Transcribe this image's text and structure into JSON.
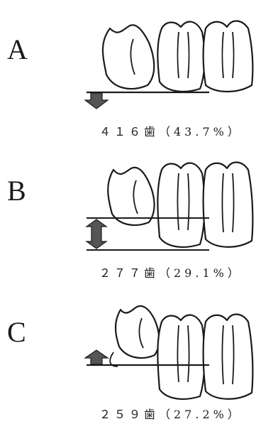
{
  "panels": [
    {
      "letter": "A",
      "caption": "４１６歯（43.7%）"
    },
    {
      "letter": "B",
      "caption": "２７７歯（29.1%）"
    },
    {
      "letter": "C",
      "caption": "２５９歯（27.2%）"
    }
  ],
  "colors": {
    "ink": "#1a1a1a",
    "arrow": "#555555"
  }
}
